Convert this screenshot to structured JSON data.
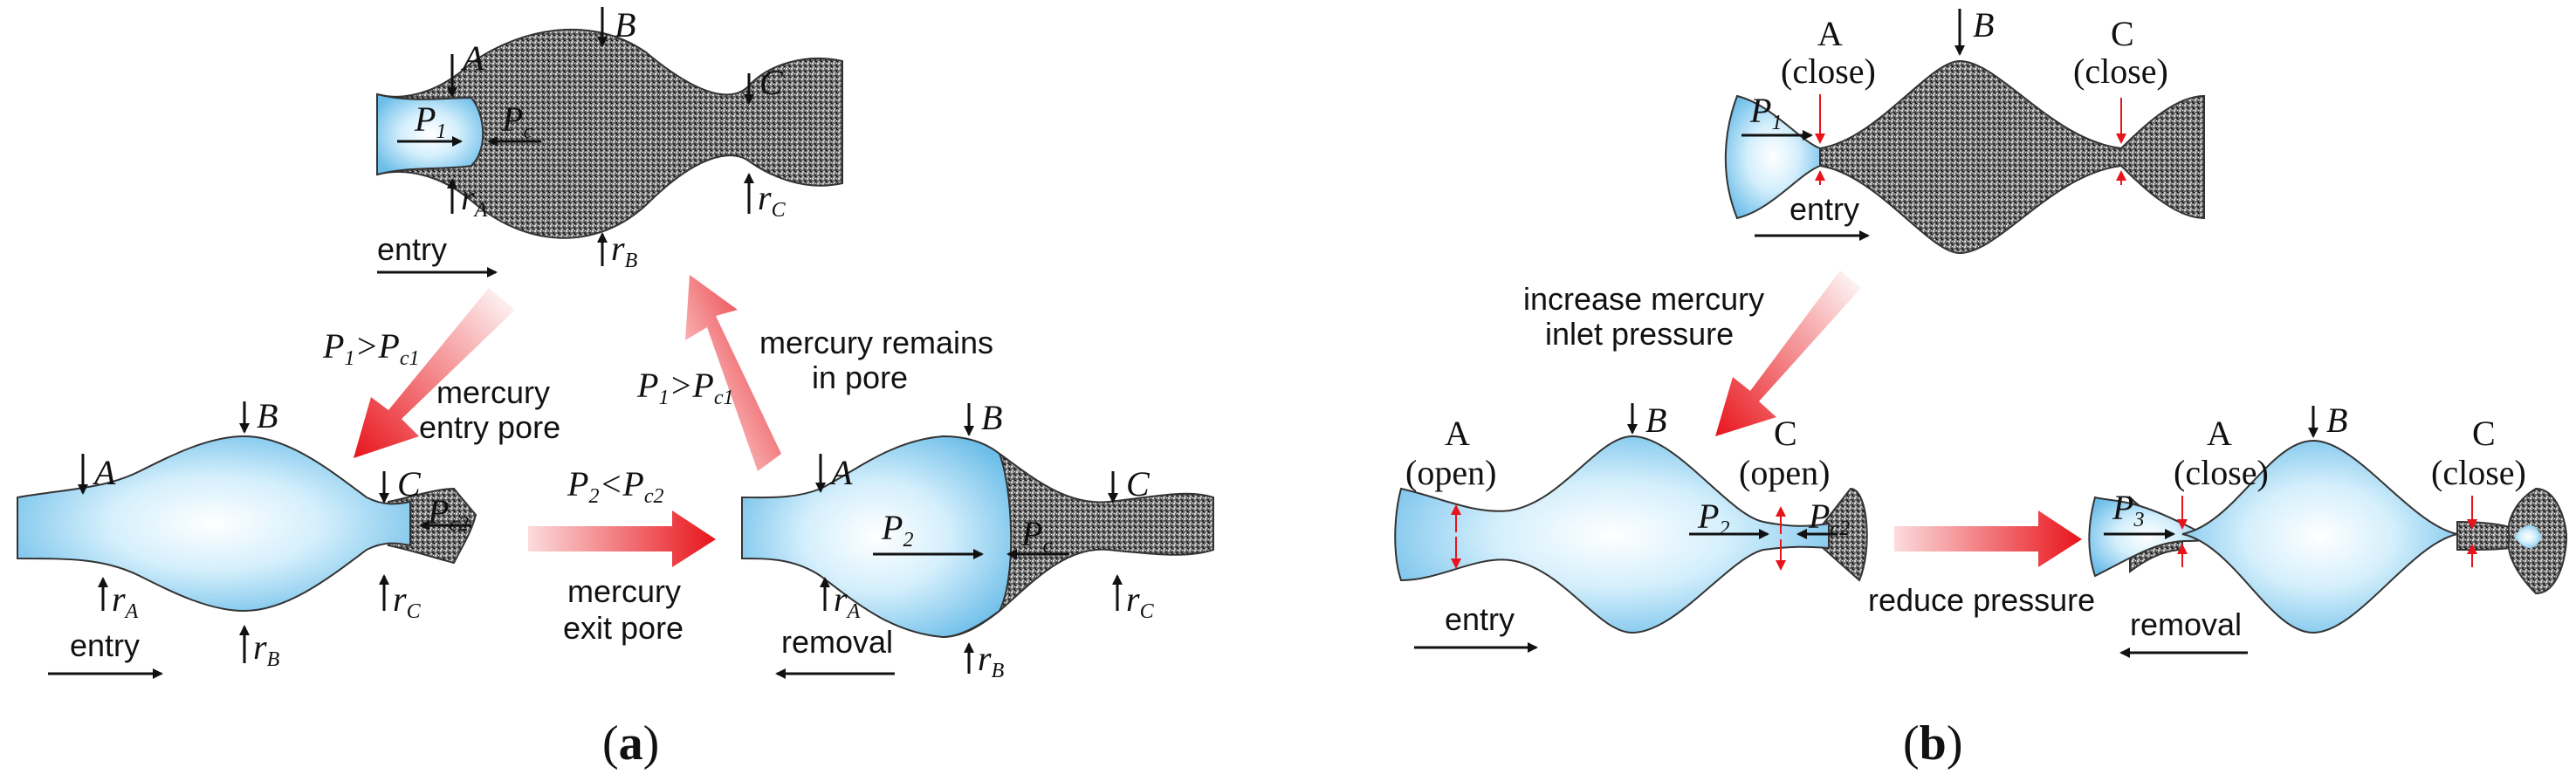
{
  "panel_a": {
    "caption_open": "(",
    "caption_letter": "a",
    "caption_close": ")",
    "top": {
      "label_A": "A",
      "label_B": "B",
      "label_C": "C",
      "p1": "P",
      "p1_sub": "1",
      "p2": "P",
      "p2_sub": "c",
      "rA": "r",
      "rA_sub": "A",
      "rB": "r",
      "rB_sub": "B",
      "rC": "r",
      "rC_sub": "C",
      "entry": "entry"
    },
    "left": {
      "label_A": "A",
      "label_B": "B",
      "label_C": "C",
      "pc": "P",
      "pc_sub": "c2",
      "rA": "r",
      "rA_sub": "A",
      "rB": "r",
      "rB_sub": "B",
      "rC": "r",
      "rC_sub": "C",
      "entry": "entry"
    },
    "right": {
      "label_A": "A",
      "label_B": "B",
      "label_C": "C",
      "p2": "P",
      "p2_sub": "2",
      "pc": "P",
      "pc_sub": "c",
      "rA": "r",
      "rA_sub": "A",
      "rB": "r",
      "rB_sub": "B",
      "rC": "r",
      "rC_sub": "C",
      "removal": "removal"
    },
    "arrow_down": {
      "cond": "P",
      "cond_sub": "1",
      "cond_rel": ">P",
      "cond_sub2": "c1",
      "line1": "mercury",
      "line2": "entry pore"
    },
    "arrow_mid": {
      "cond": "P",
      "cond_sub": "2",
      "cond_rel": "<P",
      "cond_sub2": "c2",
      "line1": "mercury",
      "line2": "exit pore"
    },
    "arrow_up": {
      "cond": "P",
      "cond_sub": "1",
      "cond_rel": ">P",
      "cond_sub2": "c1",
      "line1": "mercury remains",
      "line2": "in pore"
    }
  },
  "panel_b": {
    "caption_open": "(",
    "caption_letter": "b",
    "caption_close": ")",
    "top": {
      "label_A": "A",
      "state_A": "(close)",
      "label_B": "B",
      "label_C": "C",
      "state_C": "(close)",
      "p1": "P",
      "p1_sub": "1",
      "entry": "entry"
    },
    "left": {
      "label_A": "A",
      "state_A": "(open)",
      "label_B": "B",
      "label_C": "C",
      "state_C": "(open)",
      "p2": "P",
      "p2_sub": "2",
      "pc": "P",
      "pc_sub": "c2",
      "entry": "entry"
    },
    "right": {
      "label_A": "A",
      "state_A": "(close)",
      "label_B": "B",
      "label_C": "C",
      "state_C": "(close)",
      "p3": "P",
      "p3_sub": "3",
      "removal": "removal"
    },
    "arrow_diag": {
      "line1": "increase mercury",
      "line2": "inlet pressure"
    },
    "arrow_mid": {
      "line1": "reduce pressure"
    }
  },
  "colors": {
    "fluid": "#7ec8ee",
    "fluid_light": "#e6f5fd",
    "mercury": "#555555",
    "arrow_red": "#e8141b"
  }
}
